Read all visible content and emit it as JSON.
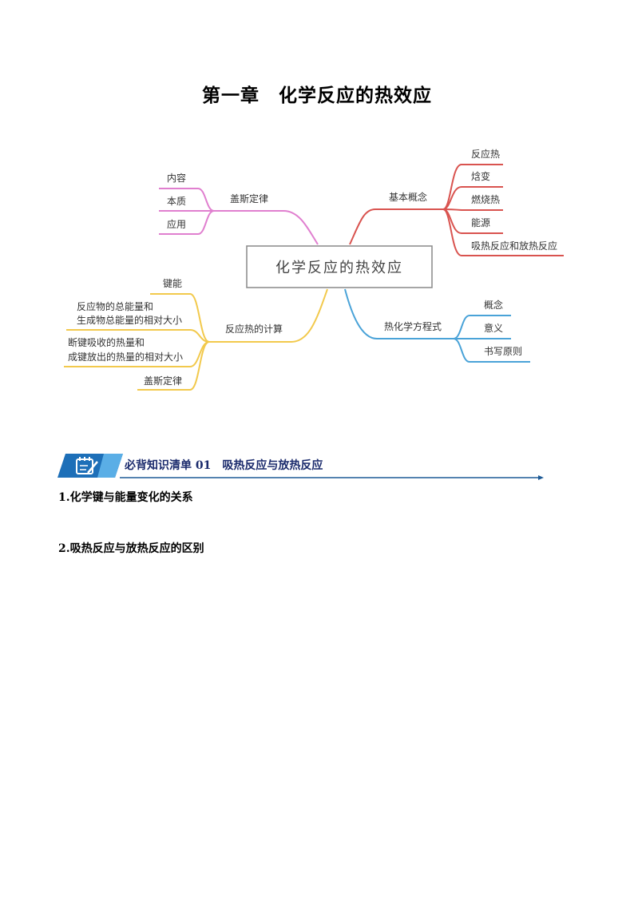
{
  "page_title_a": "第一章",
  "page_title_b": "化学反应的热效应",
  "mindmap": {
    "center": "化学反应的热效应",
    "branches": {
      "basic": {
        "label": "基本概念",
        "color": "#d9534f",
        "items": [
          "反应热",
          "焓变",
          "燃烧热",
          "能源",
          "吸热反应和放热反应"
        ]
      },
      "hess": {
        "label": "盖斯定律",
        "color": "#e07fcf",
        "items": [
          "内容",
          "本质",
          "应用"
        ]
      },
      "thermo": {
        "label": "热化学方程式",
        "color": "#4aa3d8",
        "items": [
          "概念",
          "意义",
          "书写原则"
        ]
      },
      "calc": {
        "label": "反应热的计算",
        "color": "#f2c94c",
        "items": [
          "键能",
          "反应物的总能量和",
          "生成物总能量的相对大小",
          "断键吸收的热量和",
          "成键放出的热量的相对大小",
          "盖斯定律"
        ]
      }
    }
  },
  "section": {
    "label": "必背知识清单 01　吸热反应与放热反应"
  },
  "headings": [
    "1.化学键与能量变化的关系",
    "2.吸热反应与放热反应的区别"
  ]
}
